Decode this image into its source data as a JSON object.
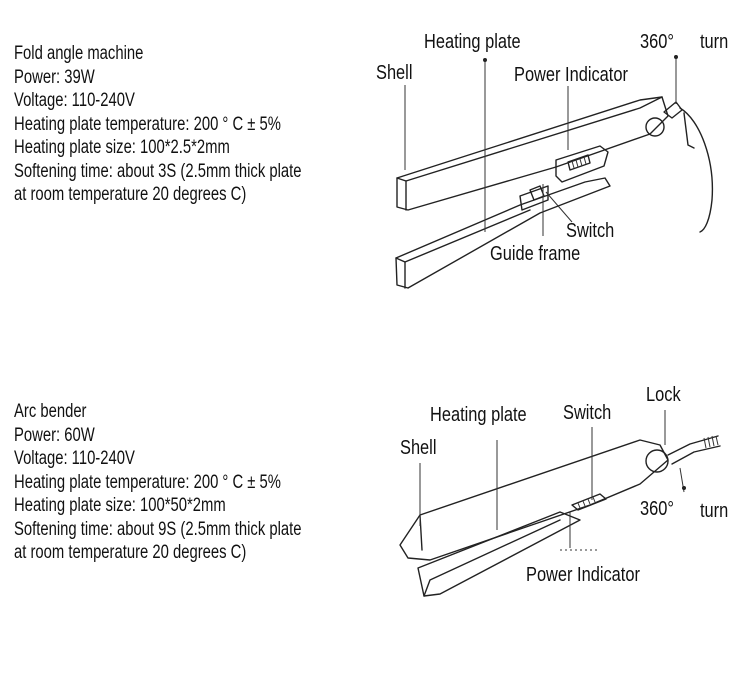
{
  "machine1": {
    "specs": [
      "Fold angle machine",
      "Power: 39W",
      "Voltage: 110-240V",
      "Heating plate temperature: 200 ° C ± 5%",
      "Heating plate size: 100*2.5*2mm",
      "Softening time: about 3S (2.5mm thick plate",
      "at room temperature 20 degrees C)"
    ],
    "labels": {
      "heating_plate": "Heating plate",
      "turn_360": "360°",
      "turn_word": "turn",
      "shell": "Shell",
      "power_indicator": "Power Indicator",
      "switch": "Switch",
      "guide_frame": "Guide frame"
    }
  },
  "machine2": {
    "specs": [
      "Arc bender",
      "Power: 60W",
      "Voltage: 110-240V",
      "Heating plate temperature: 200 ° C ± 5%",
      "Heating plate size: 100*50*2mm",
      "Softening time: about 9S (2.5mm thick plate",
      "at room temperature 20 degrees C)"
    ],
    "labels": {
      "lock": "Lock",
      "heating_plate": "Heating plate",
      "switch": "Switch",
      "shell": "Shell",
      "turn_360": "360°",
      "turn_word": "turn",
      "power_indicator": "Power Indicator"
    }
  }
}
